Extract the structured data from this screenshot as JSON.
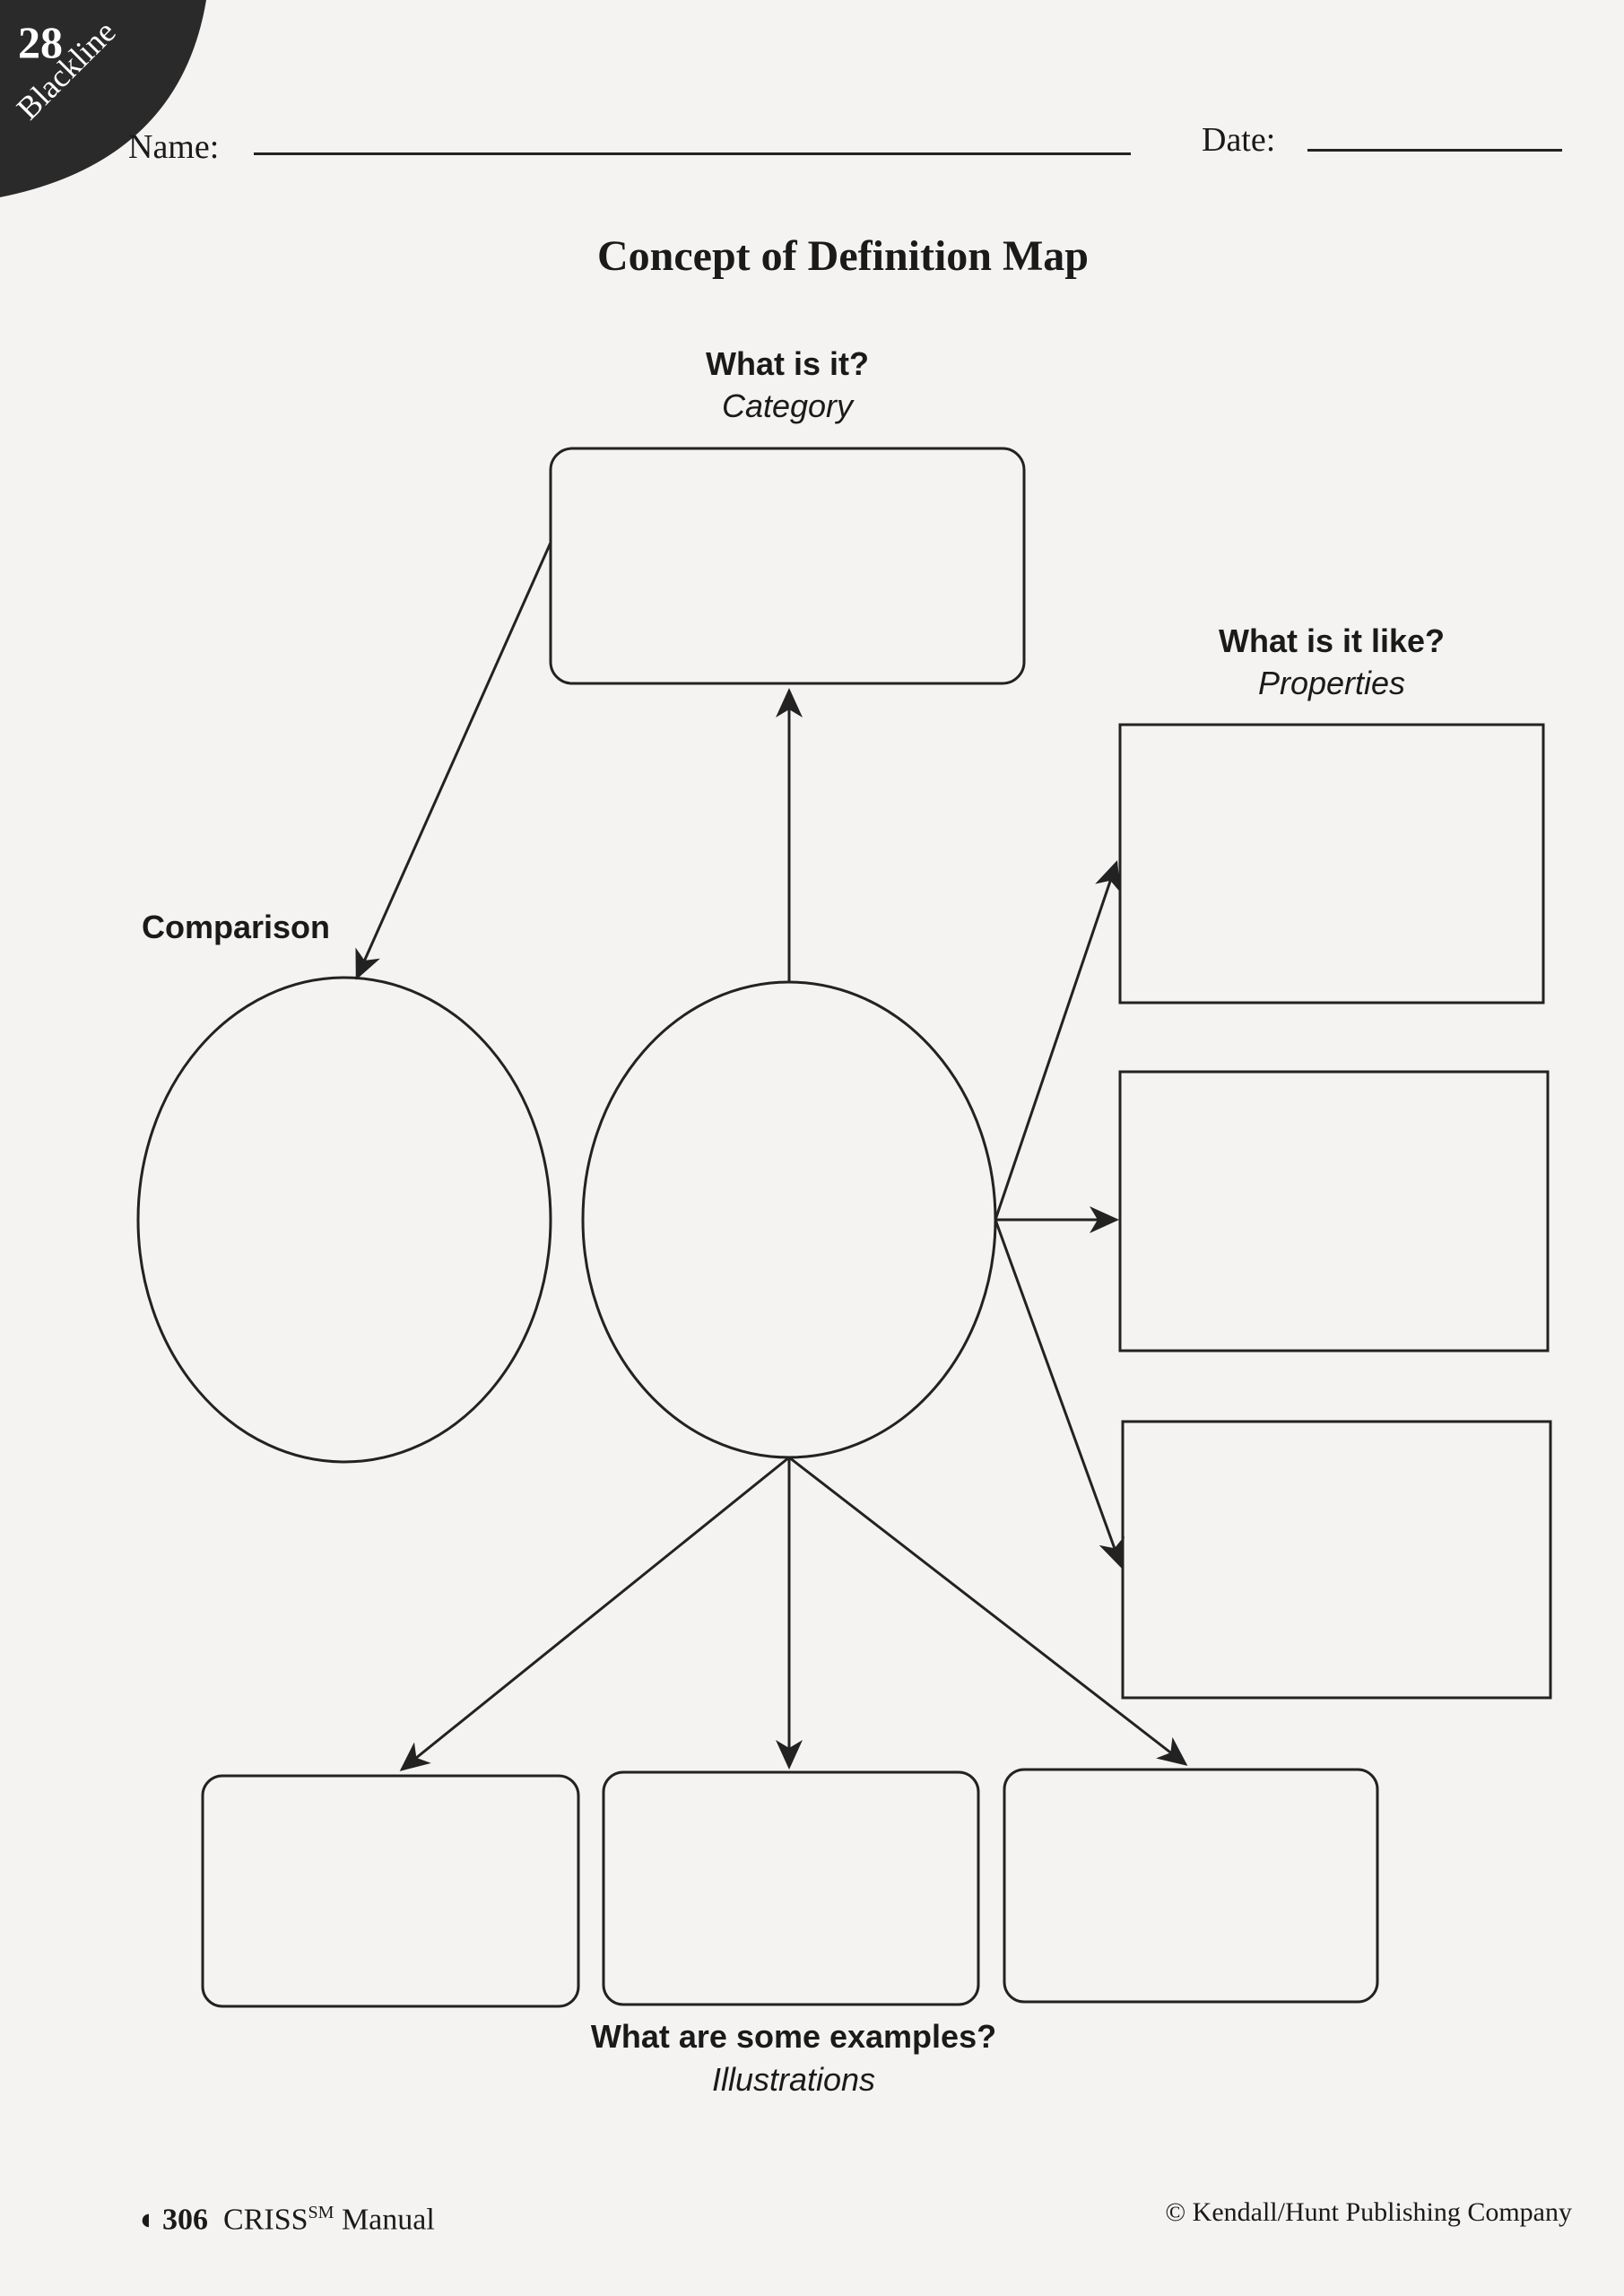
{
  "corner": {
    "number": "28",
    "label": "Blackline"
  },
  "header": {
    "name_label": "Name:",
    "date_label": "Date:"
  },
  "title": "Concept of Definition Map",
  "category": {
    "heading": "What is it?",
    "subheading": "Category"
  },
  "properties": {
    "heading": "What is it like?",
    "subheading": "Properties"
  },
  "comparison": {
    "heading": "Comparison"
  },
  "examples": {
    "heading": "What are some examples?",
    "subheading": "Illustrations"
  },
  "footer": {
    "page_number": "306",
    "manual_name": "CRISS",
    "manual_superscript": "SM",
    "manual_suffix": "Manual",
    "copyright": "© Kendall/Hunt Publishing Company"
  }
}
